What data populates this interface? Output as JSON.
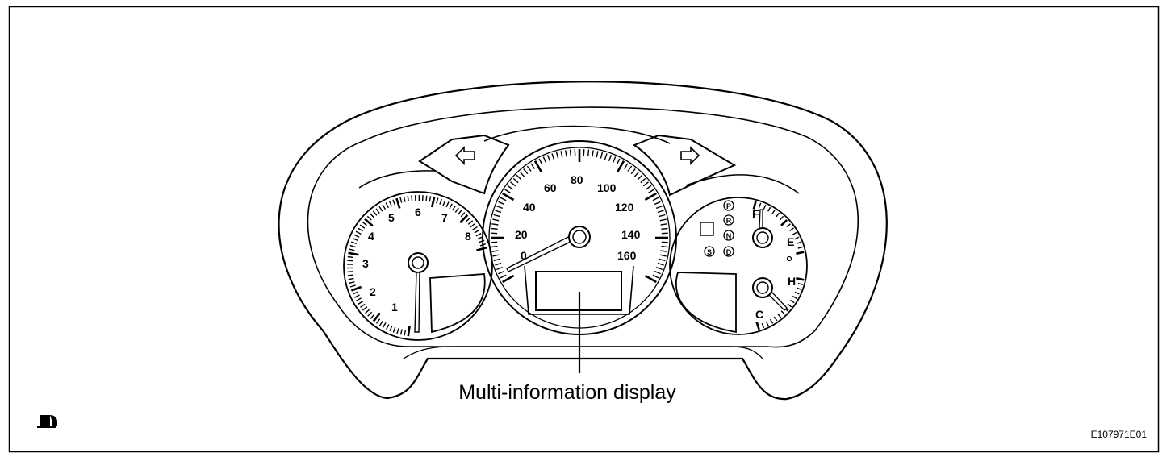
{
  "figure_id": "E107971E01",
  "callout_label": "Multi-information display",
  "tachometer": {
    "labels": [
      "1",
      "2",
      "3",
      "4",
      "5",
      "6",
      "7",
      "8"
    ]
  },
  "speedometer": {
    "labels": [
      "0",
      "20",
      "40",
      "60",
      "80",
      "100",
      "120",
      "140",
      "160"
    ]
  },
  "shift_indicator": {
    "positions": [
      "P",
      "R",
      "N",
      "D"
    ],
    "sport": "S"
  },
  "fuel_gauge": {
    "full": "F",
    "empty": "E"
  },
  "temp_gauge": {
    "hot": "H",
    "cold": "C"
  }
}
